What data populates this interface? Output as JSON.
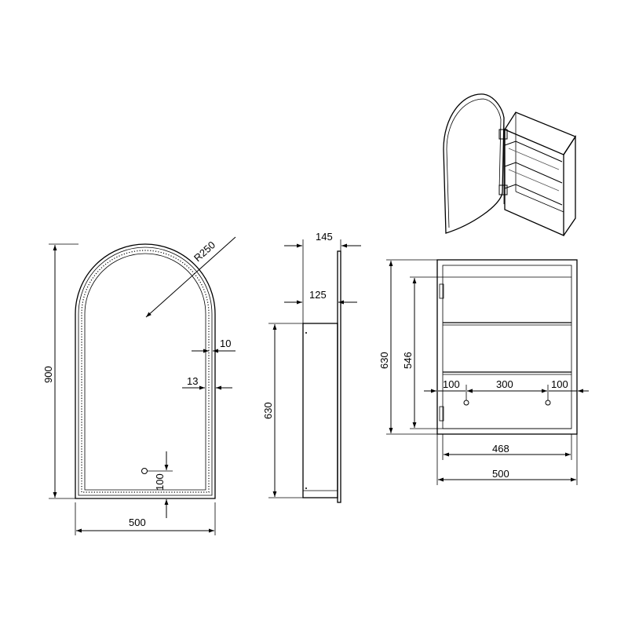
{
  "front_view": {
    "height": "900",
    "width": "500",
    "radius": "R250",
    "frame_gap": "10",
    "frame_inset": "13",
    "sensor_offset": "100"
  },
  "side_view": {
    "total_depth": "145",
    "body_depth": "125",
    "body_height": "630"
  },
  "interior_view": {
    "overall_height": "630",
    "inner_height": "546",
    "left_offset": "100",
    "hole_spacing": "300",
    "right_offset": "100",
    "inner_width": "468",
    "overall_width": "500"
  }
}
